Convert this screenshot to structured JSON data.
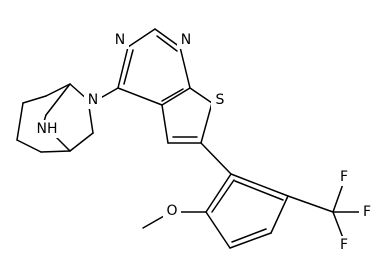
{
  "atoms": {
    "n_top_left": "N",
    "n_top_right": "N",
    "s_thiophene": "S",
    "n_amine": "N",
    "nh_bridge": "NH",
    "o_methoxy": "O",
    "f_top": "F",
    "f_right": "F",
    "f_bottom": "F"
  },
  "colors": {
    "bond": "#000000",
    "background": "#ffffff"
  }
}
